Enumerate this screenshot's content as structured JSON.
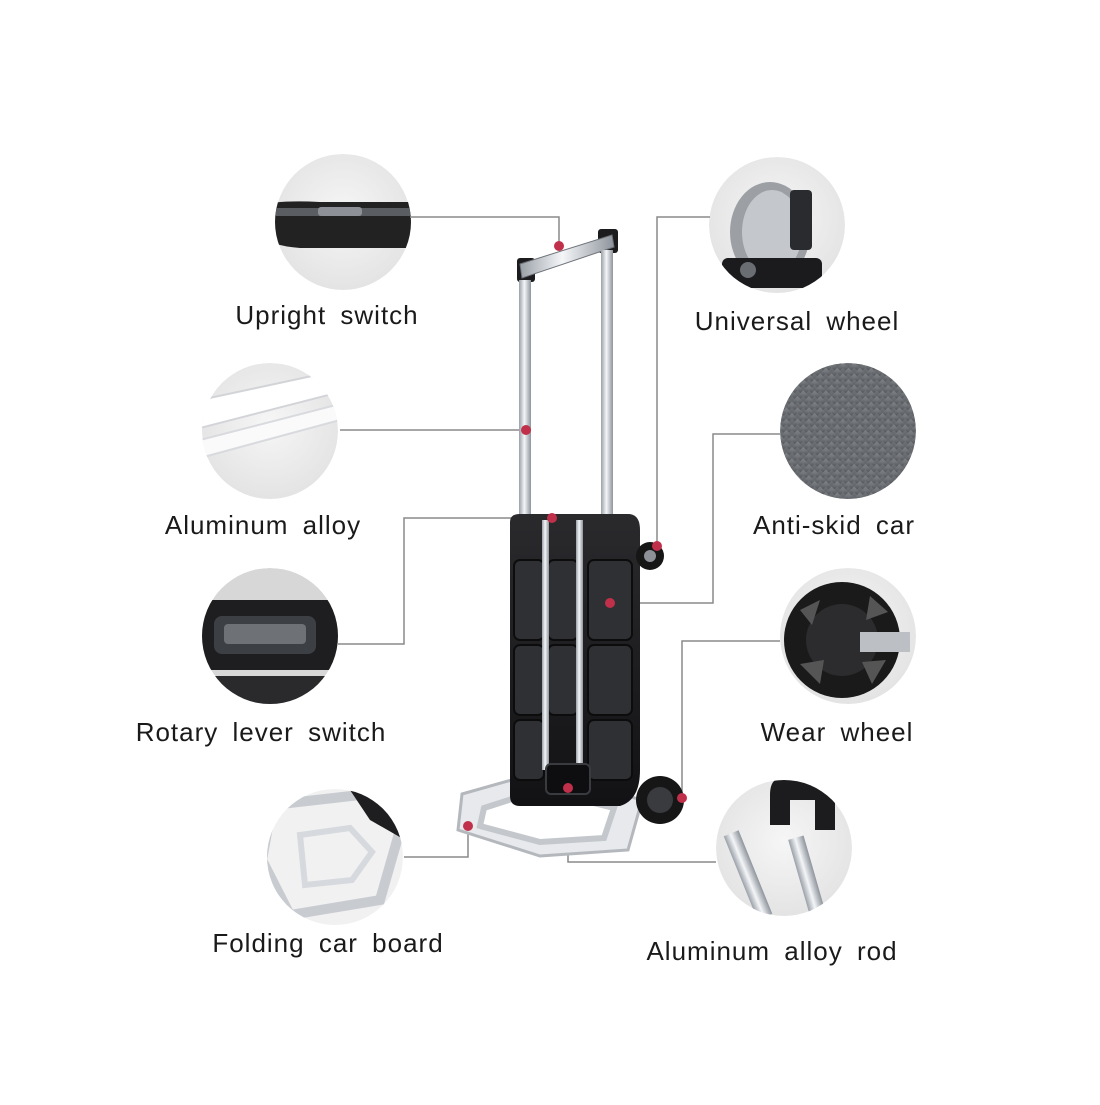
{
  "callouts": {
    "upright_switch": "Upright switch",
    "aluminum_alloy": "Aluminum alloy",
    "rotary_lever_switch": "Rotary lever switch",
    "folding_car_board": "Folding car board",
    "universal_wheel": "Universal wheel",
    "anti_skid_car": "Anti-skid car",
    "wear_wheel": "Wear wheel",
    "aluminum_alloy_rod": "Aluminum alloy rod"
  },
  "colors": {
    "leader_line": "#8a8a8a",
    "marker_dot": "#c0304a",
    "circle_bg": "#eeeeee",
    "cart_body": "#1c1c1e",
    "frame_metal": "#d9dce0",
    "text": "#1a1a1a"
  }
}
